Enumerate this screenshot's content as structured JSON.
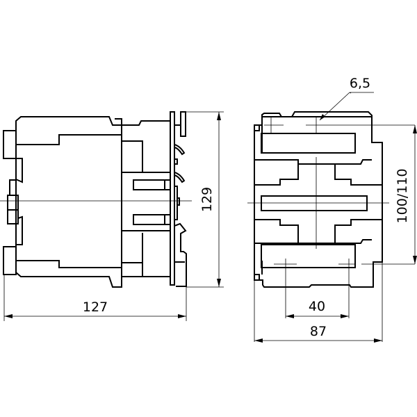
{
  "drawing": {
    "side_view": {
      "width_dimension": "127",
      "height_dimension": "129"
    },
    "front_view": {
      "width_dimension": "87",
      "mounting_hole_spacing": "40",
      "mounting_height_dimension": "100/110",
      "hole_diameter": "6,5"
    }
  }
}
